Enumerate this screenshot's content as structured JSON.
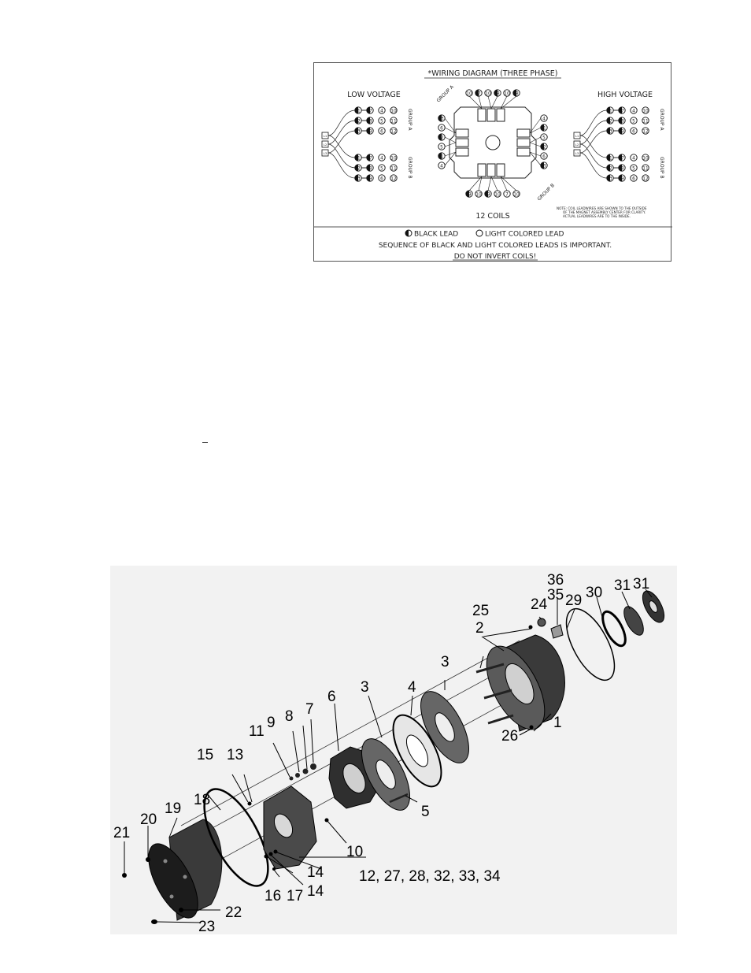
{
  "wiring_diagram": {
    "title": "*WIRING DIAGRAM (THREE PHASE)",
    "low_voltage_label": "LOW VOLTAGE",
    "high_voltage_label": "HIGH VOLTAGE",
    "group_a_label": "GROUP A",
    "group_b_label": "GROUP B",
    "coils_label": "12 COILS",
    "line_labels": [
      "L1",
      "L2",
      "L3"
    ],
    "low_voltage_group_a_rows": [
      [
        "1",
        "7",
        "4",
        "10"
      ],
      [
        "2",
        "8",
        "5",
        "11"
      ],
      [
        "3",
        "9",
        "6",
        "12"
      ]
    ],
    "low_voltage_group_b_rows": [
      [
        "1",
        "7",
        "4",
        "10"
      ],
      [
        "2",
        "8",
        "5",
        "11"
      ],
      [
        "3",
        "9",
        "6",
        "12"
      ]
    ],
    "high_voltage_group_a_rows": [
      [
        "1",
        "7",
        "4",
        "10"
      ],
      [
        "2",
        "8",
        "5",
        "11"
      ],
      [
        "3",
        "9",
        "6",
        "12"
      ]
    ],
    "high_voltage_group_b_rows": [
      [
        "1",
        "7",
        "4",
        "10"
      ],
      [
        "2",
        "8",
        "5",
        "11"
      ],
      [
        "3",
        "9",
        "6",
        "12"
      ]
    ],
    "center_top_terminals": [
      "10",
      "7",
      "10",
      "8",
      "10",
      "8"
    ],
    "center_bottom_terminals": [
      "9",
      "10",
      "9",
      "10",
      "7",
      "10"
    ],
    "center_left_terminals": [
      "3",
      "6",
      "2",
      "5",
      "1",
      "4"
    ],
    "center_right_terminals": [
      "4",
      "1",
      "5",
      "2",
      "6",
      "3"
    ],
    "note": "NOTE: COIL LEADWIRES ARE SHOWN TO THE OUTSIDE OF THE MAGNET ASSEMBLY CENTER FOR CLARITY. ACTUAL LEADWIRES ARE TO THE INSIDE.",
    "legend_black": "BLACK LEAD",
    "legend_light": "LIGHT COLORED LEAD",
    "sequence_note": "SEQUENCE OF BLACK AND LIGHT COLORED LEADS IS IMPORTANT.",
    "warning": "DO NOT INVERT COILS!"
  },
  "exploded_view": {
    "callouts": {
      "c1": "1",
      "c2": "2",
      "c3a": "3",
      "c3b": "3",
      "c4": "4",
      "c5": "5",
      "c6": "6",
      "c7": "7",
      "c8": "8",
      "c9": "9",
      "c10": "10",
      "c11": "11",
      "c12": "12, 27, 28, 32, 33, 34",
      "c13": "13",
      "c14a": "14",
      "c14b": "14",
      "c15": "15",
      "c16": "16",
      "c17": "17",
      "c18": "18",
      "c19": "19",
      "c20": "20",
      "c21": "21",
      "c22": "22",
      "c23": "23",
      "c24": "24",
      "c25": "25",
      "c26": "26",
      "c29": "29",
      "c30": "30",
      "c31a": "31",
      "c31b": "31",
      "c35": "35",
      "c36": "36"
    }
  }
}
